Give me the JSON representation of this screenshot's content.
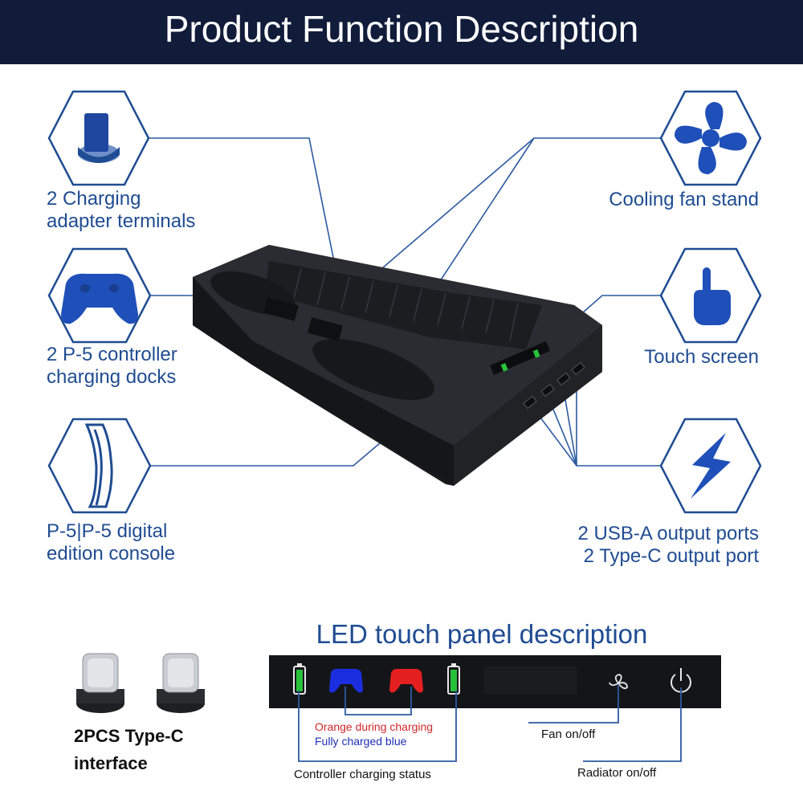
{
  "header": {
    "title": "Product Function Description"
  },
  "features": {
    "left": [
      {
        "icon": "charging-adapter-icon",
        "line1": "2 Charging",
        "line2": "adapter terminals"
      },
      {
        "icon": "controller-icon",
        "line1": "2 P-5 controller",
        "line2": "charging docks"
      },
      {
        "icon": "console-icon",
        "line1": "P-5|P-5 digital",
        "line2": "edition console"
      }
    ],
    "right": [
      {
        "icon": "fan-icon",
        "line1": "Cooling fan stand"
      },
      {
        "icon": "touch-hand-icon",
        "line1": "Touch screen"
      },
      {
        "icon": "lightning-icon",
        "line1": "2 USB-A output ports",
        "line2": "2 Type-C output port"
      }
    ]
  },
  "led_panel": {
    "title": "LED touch panel description",
    "orange_text": "Orange during charging",
    "blue_text": "Fully charged blue",
    "fan_label": "Fan on/off",
    "radiator_label": "Radiator on/off",
    "status_label": "Controller charging status"
  },
  "typec": {
    "line1": "2PCS Type-C",
    "line2": "interface"
  },
  "colors": {
    "header_bg": "#111c3a",
    "accent_blue": "#1f4c92",
    "orange_text": "#d2282a",
    "blue_text": "#1e2fb4",
    "battery_green": "#27c23a",
    "controller_blue": "#1a2ee0",
    "controller_red": "#e41f1f"
  }
}
